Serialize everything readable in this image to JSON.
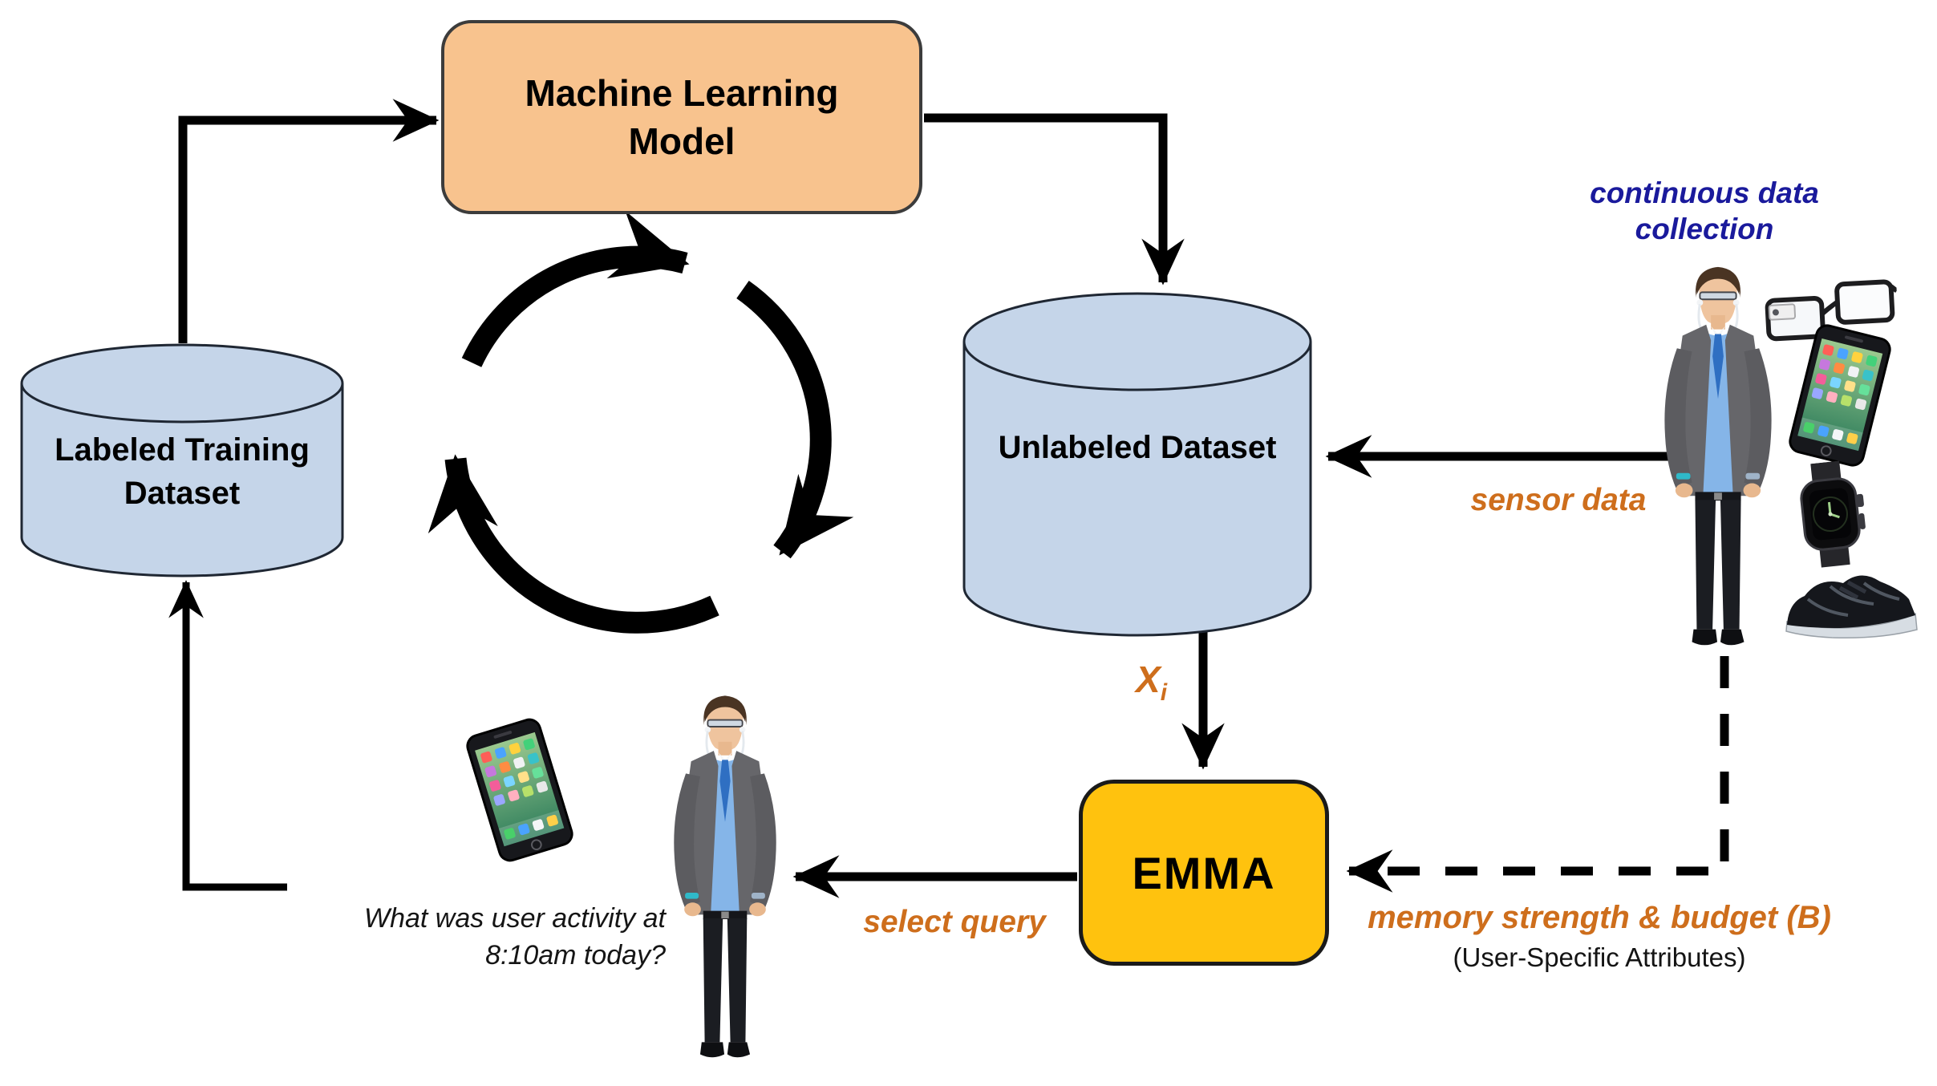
{
  "title": "EMMA active learning loop diagram",
  "nodes": {
    "ml_model": {
      "line1": "Machine Learning",
      "line2": "Model",
      "fill": "#F8C38E"
    },
    "labeled_dataset": {
      "line1": "Labeled Training",
      "line2": "Dataset",
      "fill": "#C5D5E9"
    },
    "unlabeled_dataset": {
      "label": "Unlabeled Dataset",
      "fill": "#C5D5E9"
    },
    "emma": {
      "label": "EMMA",
      "fill": "#FFC20E"
    }
  },
  "annotations": {
    "continuous_collection": {
      "line1": "continuous data",
      "line2": "collection"
    },
    "sensor_data": "sensor data",
    "query_instance": {
      "base": "X",
      "subscript": "i"
    },
    "select_query": "select query",
    "memory_budget": "memory strength & budget (B)",
    "user_attributes": "(User-Specific Attributes)",
    "user_question": {
      "line1": "What was user activity at",
      "line2": "8:10am today?"
    }
  },
  "colors": {
    "ml_model_fill": "#F8C38E",
    "dataset_fill": "#C5D5E9",
    "emma_fill": "#FFC20E",
    "orange_label": "#CE6E1C",
    "navy_label": "#1A1A9C",
    "arrow": "#000000",
    "background": "#FFFFFF"
  },
  "icons": [
    "cycle-arrows-icon",
    "person-icon",
    "smart-glasses-icon",
    "smartphone-icon",
    "smartwatch-icon",
    "sneaker-icon"
  ]
}
